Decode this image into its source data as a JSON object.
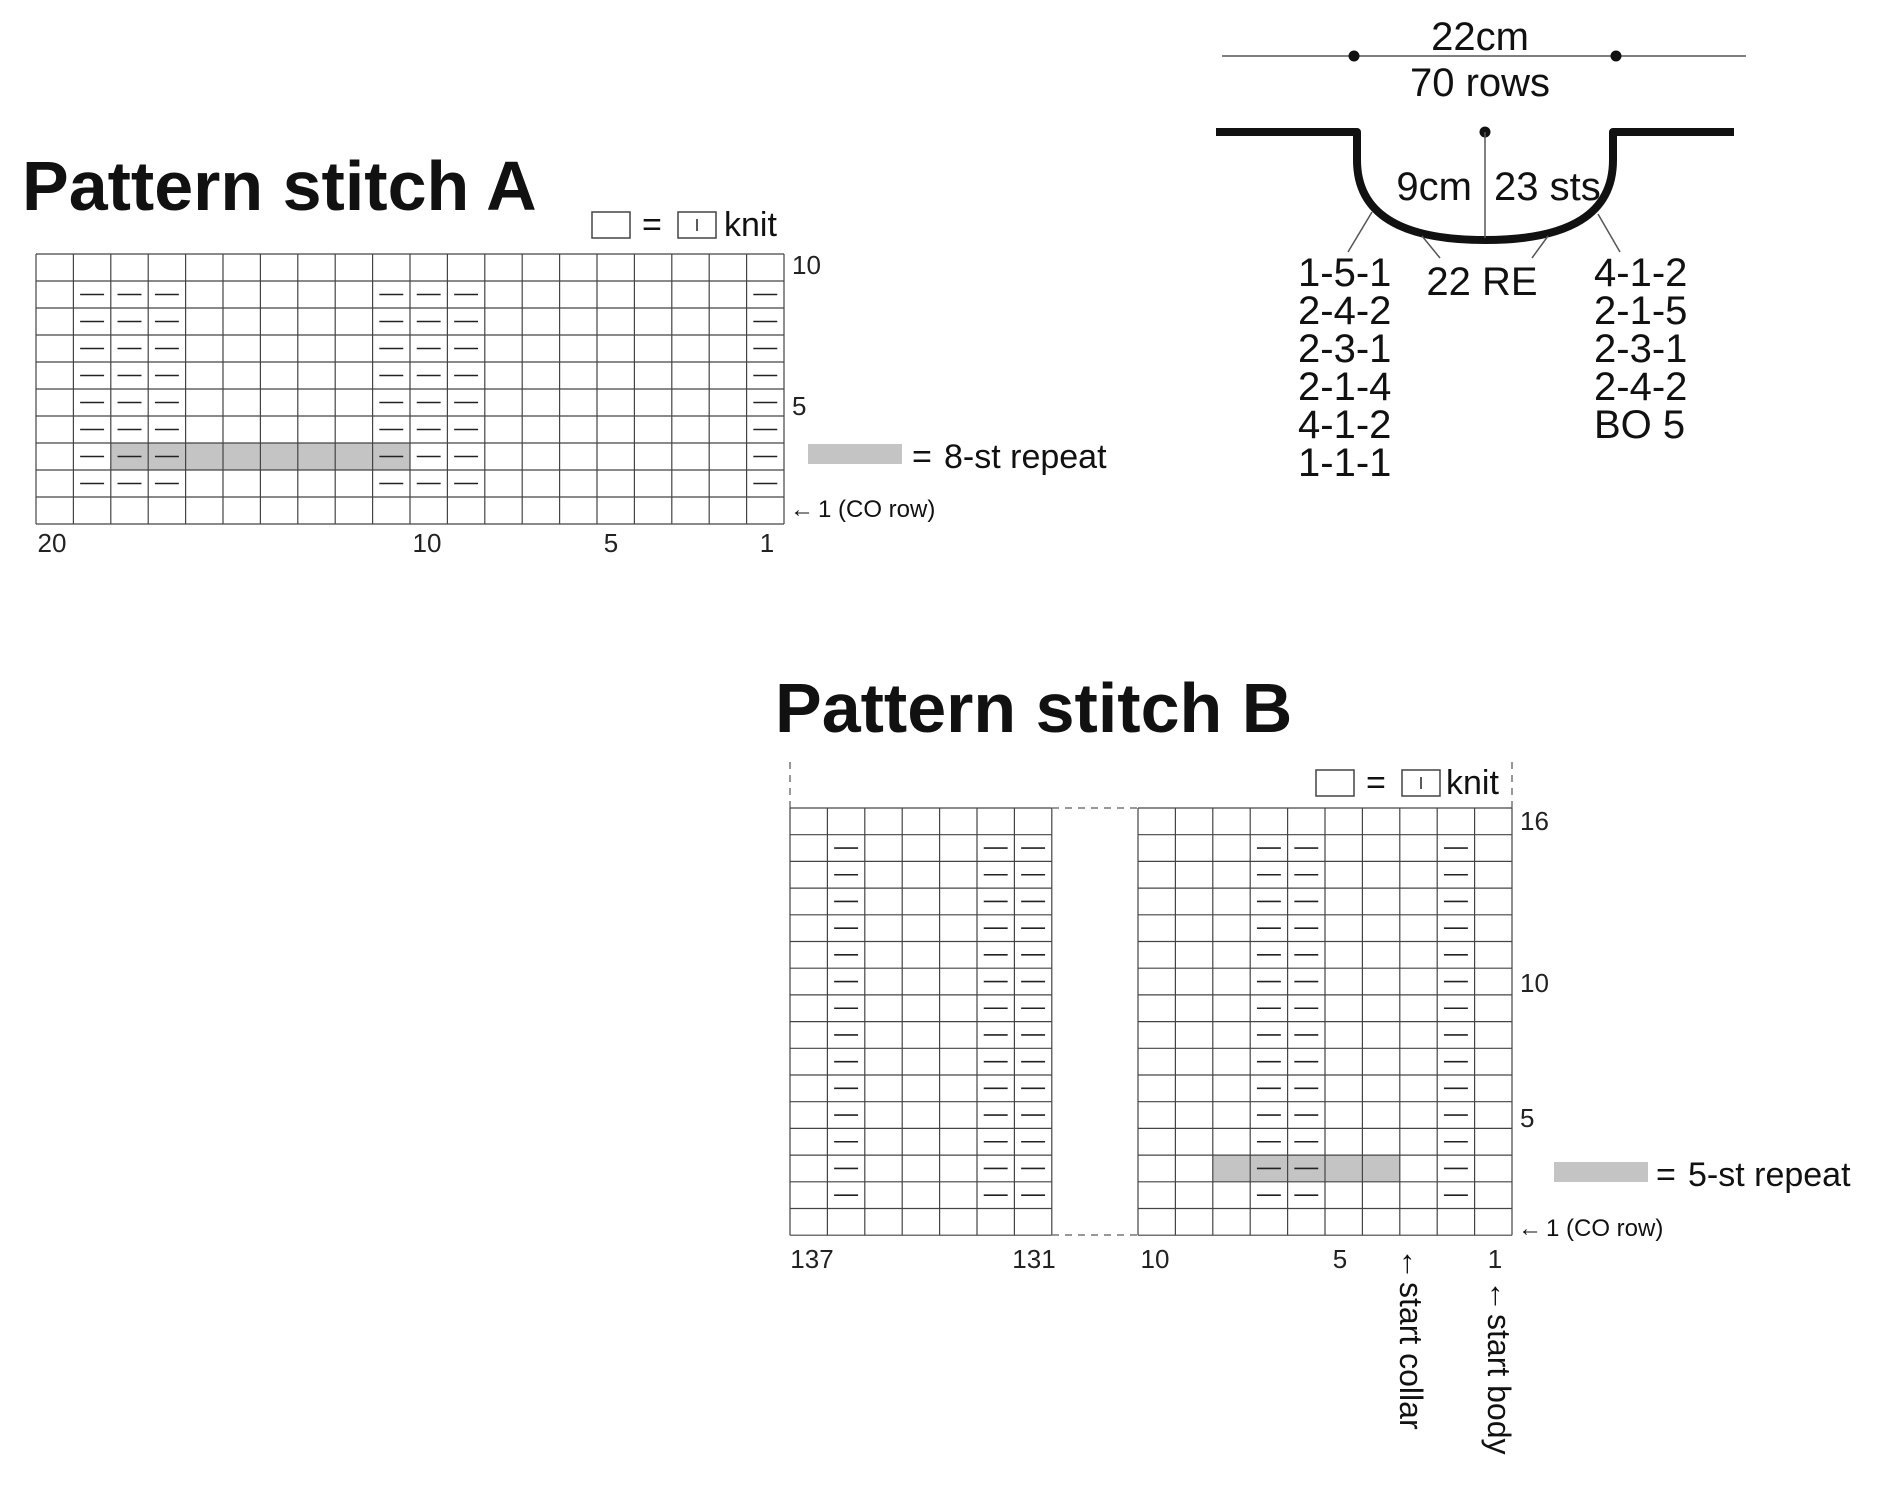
{
  "pattern_a": {
    "title": "Pattern stitch A",
    "legend_knit": "knit",
    "legend_repeat": "8-st repeat",
    "row_label_top": "10",
    "row_label_mid": "5",
    "co_row_label": "1 (CO row)",
    "col_labels": {
      "c20": "20",
      "c10": "10",
      "c5": "5",
      "c1": "1"
    },
    "cols": 20,
    "rows": 10,
    "purl_columns": [
      1,
      2,
      3,
      9,
      10,
      11,
      19
    ],
    "purl_rows": [
      2,
      3,
      4,
      5,
      6,
      7,
      8,
      9
    ],
    "repeat_row": 3,
    "repeat_columns": [
      2,
      9
    ]
  },
  "pattern_b": {
    "title": "Pattern stitch B",
    "legend_knit": "knit",
    "legend_repeat": "5-st repeat",
    "row_label_top": "16",
    "row_label_mid": "10",
    "row_label_low": "5",
    "co_row_label": "1 (CO row)",
    "col_labels": {
      "c137": "137",
      "c131": "131",
      "c10": "10",
      "c5": "5",
      "c1": "1"
    },
    "start_collar": "start collar",
    "start_body": "start body",
    "rows": 16,
    "left_cols": 7,
    "right_cols": 10,
    "left_purl_columns": [
      1,
      5,
      6
    ],
    "right_purl_columns": [
      3,
      4,
      8
    ],
    "purl_rows": [
      2,
      3,
      4,
      5,
      6,
      7,
      8,
      9,
      10,
      11,
      12,
      13,
      14,
      15
    ],
    "repeat_row": 3,
    "repeat_columns": [
      2,
      6
    ]
  },
  "neckline": {
    "width_cm": "22cm",
    "width_rows": "70 rows",
    "depth_cm": "9cm",
    "depth_sts": "23 sts",
    "center_label": "22 RE",
    "left_steps": [
      "1-5-1",
      "2-4-2",
      "2-3-1",
      "2-1-4",
      "4-1-2",
      "1-1-1"
    ],
    "right_steps": [
      "4-1-2",
      "2-1-5",
      "2-3-1",
      "2-4-2",
      "BO 5"
    ]
  },
  "colors": {
    "repeat_fill": "#c4c4c4",
    "grid_line": "#444444",
    "ink": "#111111"
  }
}
